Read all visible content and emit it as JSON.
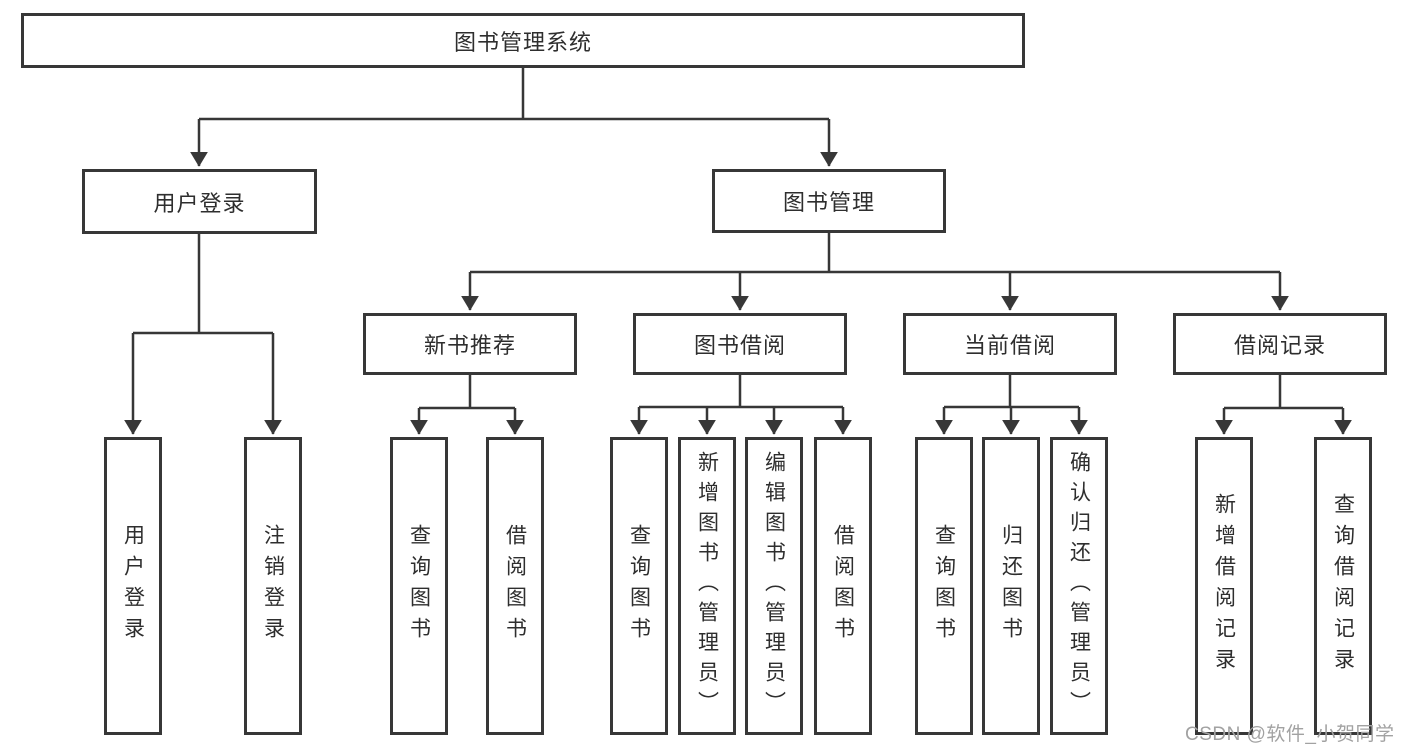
{
  "nodes": {
    "root": "图书管理系统",
    "level2": [
      "用户登录",
      "图书管理"
    ],
    "level3": [
      "新书推荐",
      "图书借阅",
      "当前借阅",
      "借阅记录"
    ],
    "leaves_user": [
      "用户登录",
      "注销登录"
    ],
    "leaves_recommend": [
      "查询图书",
      "借阅图书"
    ],
    "leaves_borrow": [
      "查询图书",
      "新增图书（管理员）",
      "编辑图书（管理员）",
      "借阅图书"
    ],
    "leaves_current": [
      "查询图书",
      "归还图书",
      "确认归还（管理员）"
    ],
    "leaves_records": [
      "新增借阅记录",
      "查询借阅记录"
    ]
  },
  "watermark": {
    "text": "CSDN @软件_小贺同学"
  },
  "colors": {
    "line": "#373737",
    "text": "#2e2e2e",
    "watermark": "#a2a2a2",
    "background": "#ffffff"
  }
}
